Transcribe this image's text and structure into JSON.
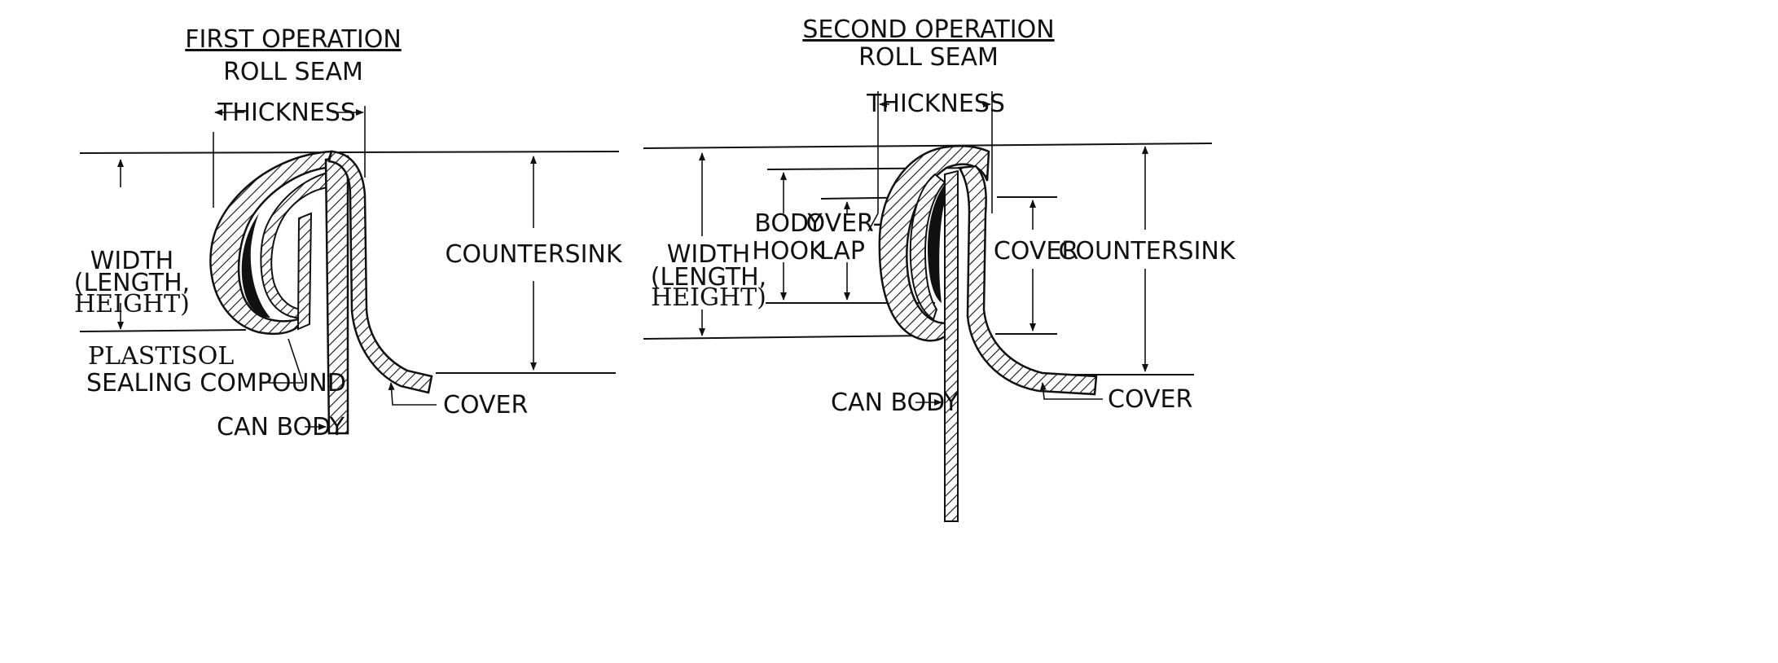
{
  "first_operation": {
    "title": "FIRST OPERATION",
    "subtitle": "ROLL SEAM",
    "labels": {
      "thickness": "THICKNESS",
      "width": "WIDTH",
      "width_paren": "(LENGTH,",
      "height": "HEIGHT)",
      "countersink": "COUNTERSINK",
      "plastisol": "PLASTISOL",
      "sealing_compound": "SEALING COMPOUND",
      "can_body": "CAN BODY",
      "cover": "COVER"
    }
  },
  "second_operation": {
    "title": "SECOND OPERATION",
    "subtitle": "ROLL SEAM",
    "labels": {
      "thickness": "THICKNESS",
      "body": "BODY",
      "hook": "HOOK",
      "over": "OVER-",
      "lap": "LAP",
      "width": "WIDTH",
      "width_paren": "(LENGTH,",
      "height": "HEIGHT)",
      "cover_dim": "COVER",
      "countersink": "COUNTERSINK",
      "can_body": "CAN BODY",
      "cover": "COVER"
    }
  },
  "colors": {
    "ink": "#111111",
    "background": "#ffffff"
  }
}
